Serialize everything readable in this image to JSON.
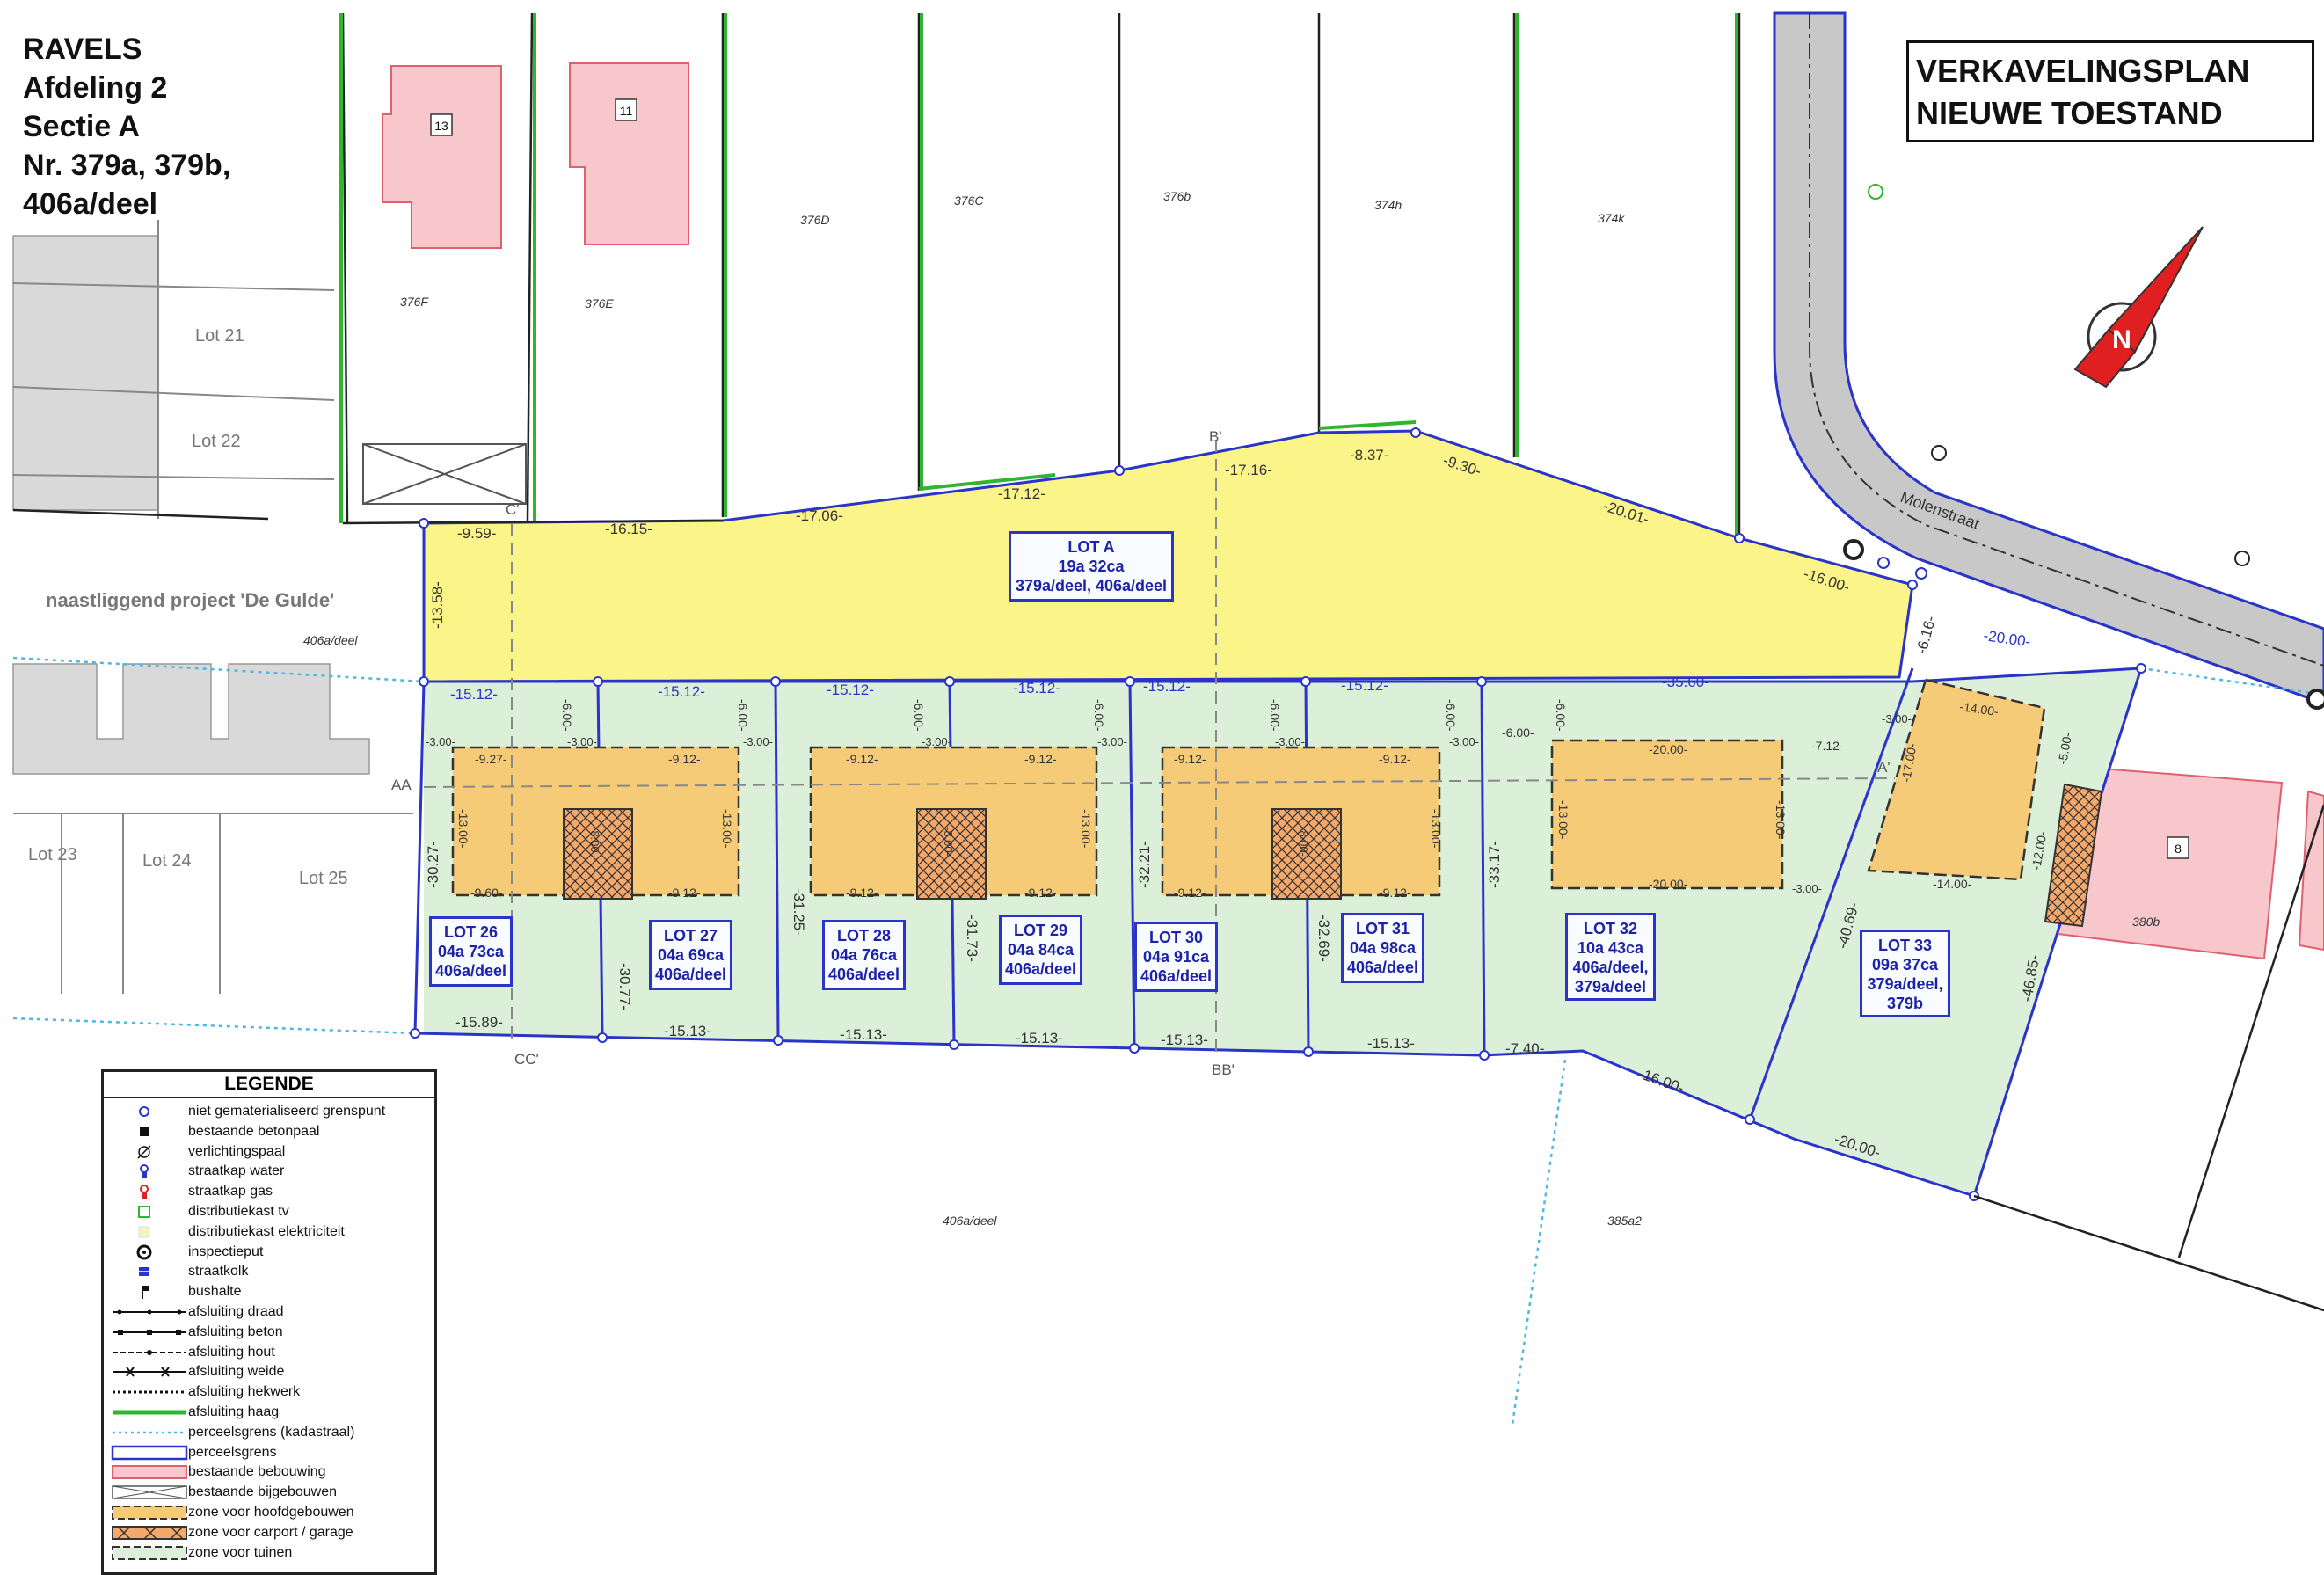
{
  "header": {
    "lines": [
      "RAVELS",
      "Afdeling 2",
      "Sectie A",
      "Nr. 379a, 379b,",
      "406a/deel"
    ]
  },
  "title": {
    "line1": "VERKAVELINGSPLAN",
    "line2": "NIEUWE TOESTAND"
  },
  "street": "Molenstraat",
  "neighbor_project": "naastliggend project 'De Gulde'",
  "parcels": [
    "376F",
    "376E",
    "376D",
    "376C",
    "376b",
    "374h",
    "374k",
    "406a/deel",
    "406a/deel",
    "385a2",
    "380b"
  ],
  "old_lots": [
    "Lot 21",
    "Lot 22",
    "Lot 23",
    "Lot 24",
    "Lot 25"
  ],
  "house_numbers": [
    "13",
    "11",
    "8"
  ],
  "section_markers": [
    "C'",
    "B'",
    "AA",
    "A'",
    "CC'",
    "BB'"
  ],
  "lots": [
    {
      "name": "LOT A",
      "area": "19a 32ca",
      "parcel": "379a/deel, 406a/deel"
    },
    {
      "name": "LOT 26",
      "area": "04a 73ca",
      "parcel": "406a/deel"
    },
    {
      "name": "LOT 27",
      "area": "04a 69ca",
      "parcel": "406a/deel"
    },
    {
      "name": "LOT 28",
      "area": "04a 76ca",
      "parcel": "406a/deel"
    },
    {
      "name": "LOT 29",
      "area": "04a 84ca",
      "parcel": "406a/deel"
    },
    {
      "name": "LOT 30",
      "area": "04a 91ca",
      "parcel": "406a/deel"
    },
    {
      "name": "LOT 31",
      "area": "04a 98ca",
      "parcel": "406a/deel"
    },
    {
      "name": "LOT 32",
      "area": "10a 43ca",
      "parcel": "406a/deel,",
      "parcel2": "379a/deel"
    },
    {
      "name": "LOT 33",
      "area": "09a 37ca",
      "parcel": "379a/deel,",
      "parcel2": "379b"
    }
  ],
  "dims_top": [
    "-9.59-",
    "-16.15-",
    "-17.06-",
    "-17.12-",
    "-17.16-",
    "-8.37-",
    "-9.30-",
    "-20.01-",
    "-16.00-"
  ],
  "dims_mid": [
    "-15.12-",
    "-15.12-",
    "-15.12-",
    "-15.12-",
    "-15.12-",
    "-15.12-",
    "-35.60-",
    "-20.00-"
  ],
  "dims_bottom": [
    "-15.89-",
    "-15.13-",
    "-15.13-",
    "-15.13-",
    "-15.13-",
    "-15.13-",
    "-7.40-",
    "-16.00-",
    "-20.00-"
  ],
  "dims_vertical": [
    "-13.58-",
    "-30.27-",
    "-30.77-",
    "-31.25-",
    "-31.73-",
    "-32.21-",
    "-32.69-",
    "-33.17-",
    "-40.69-",
    "-46.85-",
    "-6.16-"
  ],
  "dims_building": [
    "-9.27-",
    "-9.12-",
    "-9.60-",
    "-20.00-",
    "-14.00-",
    "-13.00-",
    "-6.00-",
    "-3.00-",
    "-8.00-",
    "-7.12-",
    "-17.00-",
    "-12.00-",
    "-5.00-"
  ],
  "legend": {
    "title": "LEGENDE",
    "items": [
      {
        "label": "niet gematerialiseerd grenspunt",
        "icon": "open-circle-icon"
      },
      {
        "label": "bestaande betonpaal",
        "icon": "filled-square-icon"
      },
      {
        "label": "verlichtingspaal",
        "icon": "lamp-post-icon"
      },
      {
        "label": "straatkap water",
        "icon": "water-valve-icon"
      },
      {
        "label": "straatkap gas",
        "icon": "gas-valve-icon"
      },
      {
        "label": "distributiekast tv",
        "icon": "tv-box-icon"
      },
      {
        "label": "distributiekast elektriciteit",
        "icon": "electric-box-icon"
      },
      {
        "label": "inspectieput",
        "icon": "manhole-icon"
      },
      {
        "label": "straatkolk",
        "icon": "gully-icon"
      },
      {
        "label": "bushalte",
        "icon": "bus-stop-icon"
      },
      {
        "label": "afsluiting draad",
        "icon": "wire-fence-icon"
      },
      {
        "label": "afsluiting beton",
        "icon": "concrete-fence-icon"
      },
      {
        "label": "afsluiting hout",
        "icon": "wood-fence-icon"
      },
      {
        "label": "afsluiting weide",
        "icon": "meadow-fence-icon"
      },
      {
        "label": "afsluiting hekwerk",
        "icon": "railing-fence-icon"
      },
      {
        "label": "afsluiting haag",
        "icon": "hedge-icon"
      },
      {
        "label": "perceelsgrens (kadastraal)",
        "icon": "cadastral-boundary-icon"
      },
      {
        "label": "perceelsgrens",
        "icon": "parcel-boundary-icon"
      },
      {
        "label": "bestaande bebouwing",
        "icon": "existing-building-icon"
      },
      {
        "label": "bestaande bijgebouwen",
        "icon": "annex-icon"
      },
      {
        "label": "zone voor hoofdgebouwen",
        "icon": "main-building-zone-icon"
      },
      {
        "label": "zone voor carport / garage",
        "icon": "carport-zone-icon"
      },
      {
        "label": "zone voor tuinen",
        "icon": "garden-zone-icon"
      }
    ]
  },
  "colors": {
    "lot_a": "#fbf589",
    "garden": "#dcefd9",
    "building_zone": "#f6cb78",
    "existing_building": "#f7c7cc",
    "boundary": "#2a34c9",
    "hedge": "#2fb52f",
    "street": "#c8c8c8"
  }
}
